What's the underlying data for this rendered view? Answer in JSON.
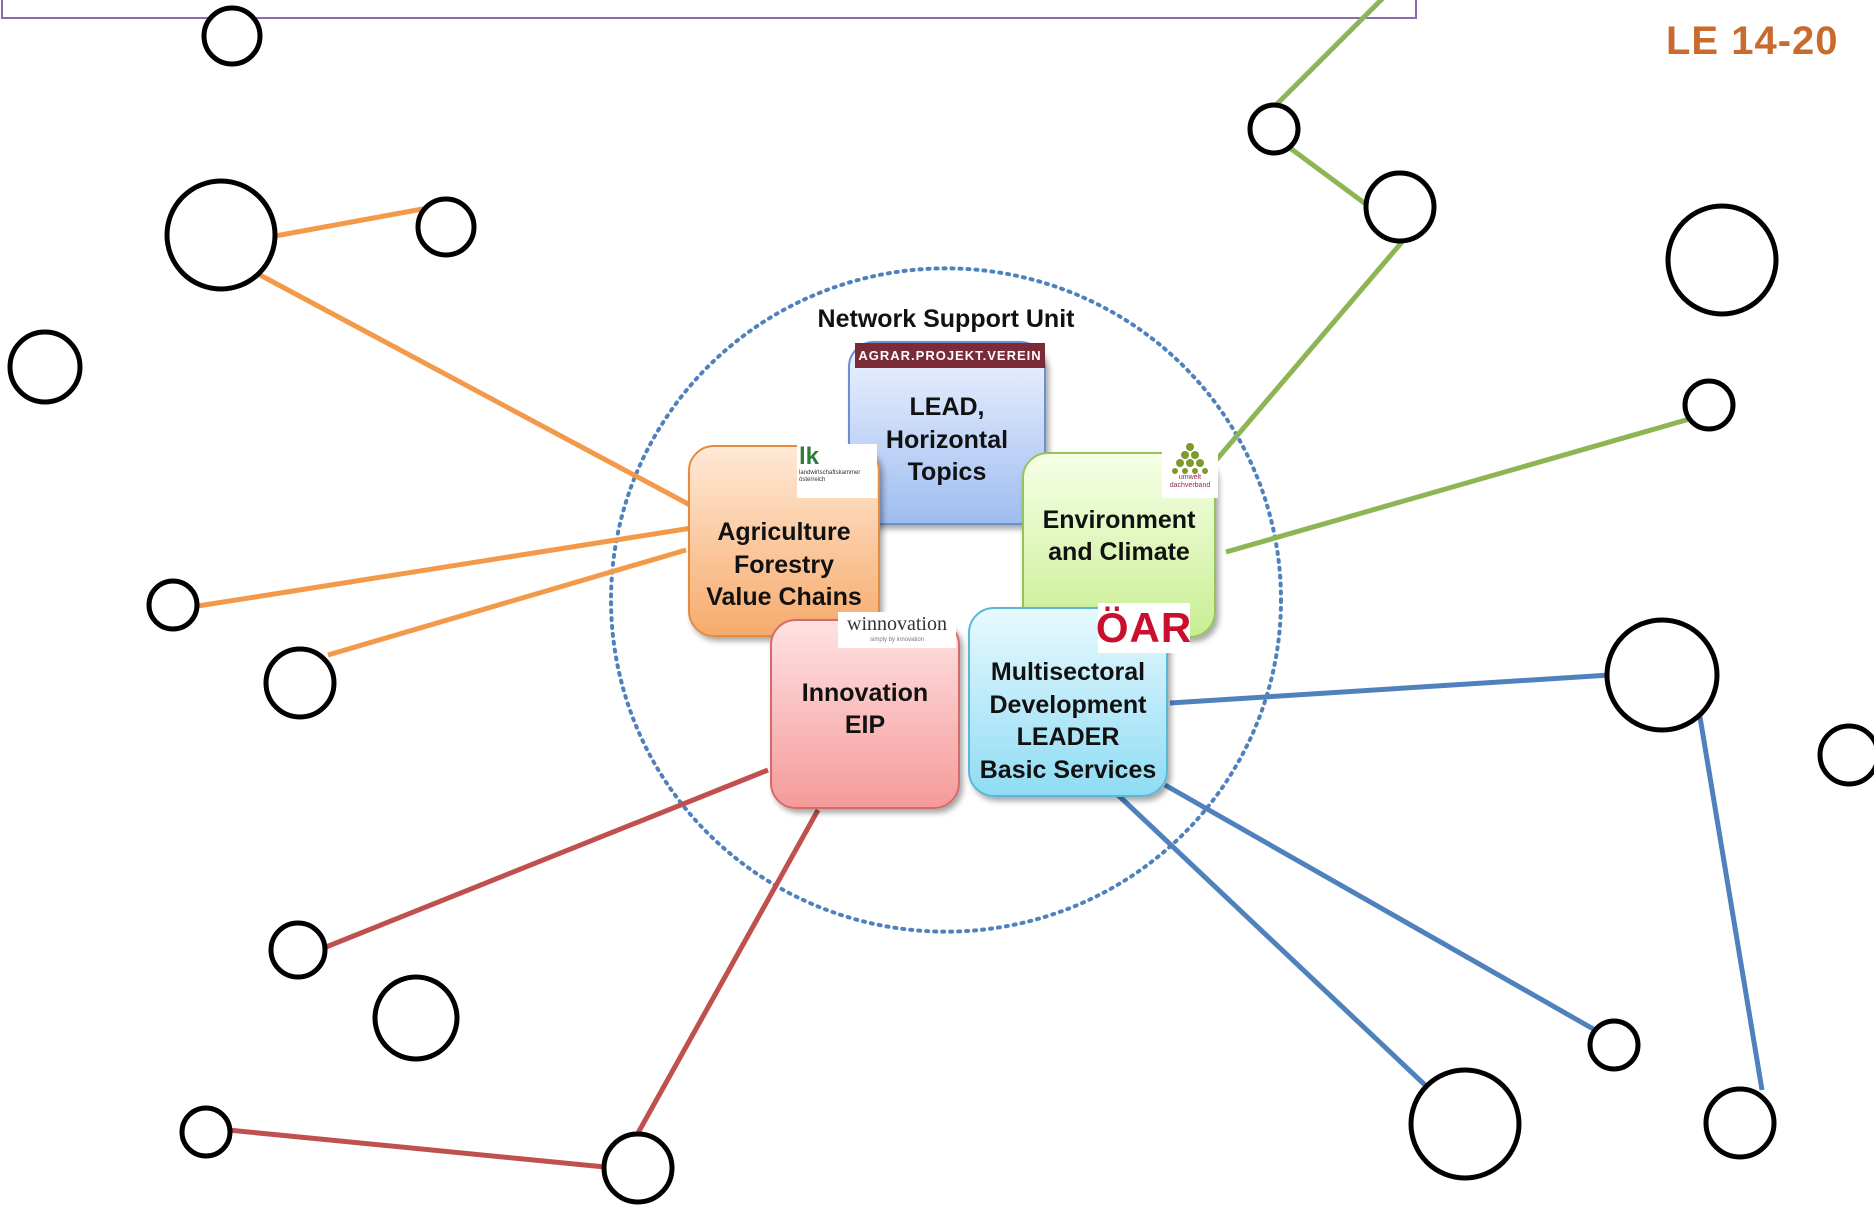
{
  "brand_badge": "LE 14-20",
  "unit_label": "Network Support Unit",
  "boxes": {
    "lead": "LEAD,\nHorizontal\nTopics",
    "agri": "Agriculture\nForestry\nValue Chains",
    "env": "Environment\nand Climate",
    "innov": "Innovation\nEIP",
    "multi": "Multisectoral\nDevelopment\nLEADER\nBasic Services"
  },
  "logos": {
    "agrar": "AGRAR.PROJEKT.VEREIN",
    "lk_mark": "lk",
    "lk_text": "landwirtschaftskammer österreich",
    "umwelt_text": "umwelt dachverband",
    "winnovation": "winnovation",
    "winnovation_tag": "simply by innovation",
    "oar": "ÖAR"
  },
  "colors": {
    "orange": "#f39a4a",
    "green": "#8db553",
    "red": "#c0504d",
    "blue": "#4f81bd",
    "dotted": "#4f81bd"
  }
}
